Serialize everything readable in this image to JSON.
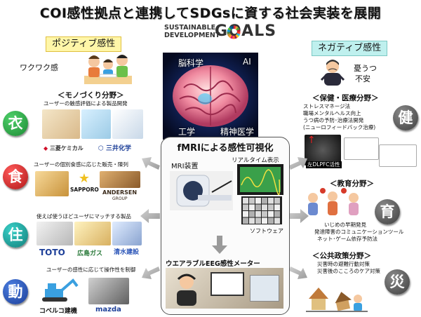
{
  "title": "COI感性拠点と連携してSDGsに資する社会実装を展開",
  "sdg": {
    "line1": "SUSTAINABLE",
    "line2": "DEVELOPMENT",
    "goals": "GOALS",
    "colors": [
      "#e5243b",
      "#dda63a",
      "#4c9f38",
      "#c5192d",
      "#ff3a21",
      "#26bde2",
      "#fcc30b",
      "#a21942",
      "#fd6925",
      "#dd1367",
      "#fd9d24",
      "#bf8b2e",
      "#3f7e44",
      "#0a97d9",
      "#56c02b",
      "#00689d",
      "#19486a"
    ]
  },
  "brain": {
    "tl": "脳科学",
    "tr": "AI",
    "bl": "工学",
    "br": "精神医学"
  },
  "positive": {
    "tag": "ポジティブ感性",
    "feeling": "ワクワク感",
    "sections": [
      {
        "heading": "＜モノづくり分野＞",
        "desc": "ユーザーの触感評価による製品開発",
        "kanji": "衣",
        "color": "#2fa84a",
        "logos": [
          "三菱ケミカル",
          "三井化学"
        ]
      },
      {
        "heading": "",
        "desc": "ユーザーの個別食感に応じた販売・陳列",
        "kanji": "食",
        "color": "#d62828",
        "logos": [
          "SAPPORO",
          "ANDERSEN",
          "GROUP"
        ]
      },
      {
        "heading": "",
        "desc": "使えば使うほどユーザにマッチする製品",
        "kanji": "住",
        "color": "#1f9f98",
        "logos": [
          "TOTO",
          "広島ガス",
          "清水建設"
        ]
      },
      {
        "heading": "",
        "desc": "ユーザーの感性に応じて操作性を制御",
        "kanji": "動",
        "color": "#2b55b8",
        "logos": [
          "コベルコ建機",
          "mazda"
        ]
      }
    ]
  },
  "negative": {
    "tag": "ネガティブ感性",
    "feeling1": "憂うつ",
    "feeling2": "不安",
    "sections": [
      {
        "heading": "＜保健・医療分野＞",
        "lines": [
          "ストレスマネージ法",
          "職場メンタルヘルス向上",
          "うつ病の予防･治療法開発",
          "(ニューロフィードバック治療)"
        ],
        "kanji": "健",
        "color": "#555555",
        "note": "左DLPFC活性"
      },
      {
        "heading": "＜教育分野＞",
        "lines": [
          "いじめの早期発見",
          "発達障害のコミュニケーションツール",
          "ネット･ゲーム依存予防法"
        ],
        "kanji": "育",
        "color": "#555555"
      },
      {
        "heading": "＜公共政策分野＞",
        "lines": [
          "災害時の避難行動対策",
          "災害後のこころのケア対策"
        ],
        "kanji": "災",
        "color": "#555555"
      }
    ]
  },
  "center": {
    "heading": "fMRIによる感性可視化",
    "mri_label": "MRI装置",
    "realtime_label": "リアルタイム表示",
    "software_label": "ソフトウェア",
    "eeg_label": "ウエアラブルEEG感性メーター"
  }
}
